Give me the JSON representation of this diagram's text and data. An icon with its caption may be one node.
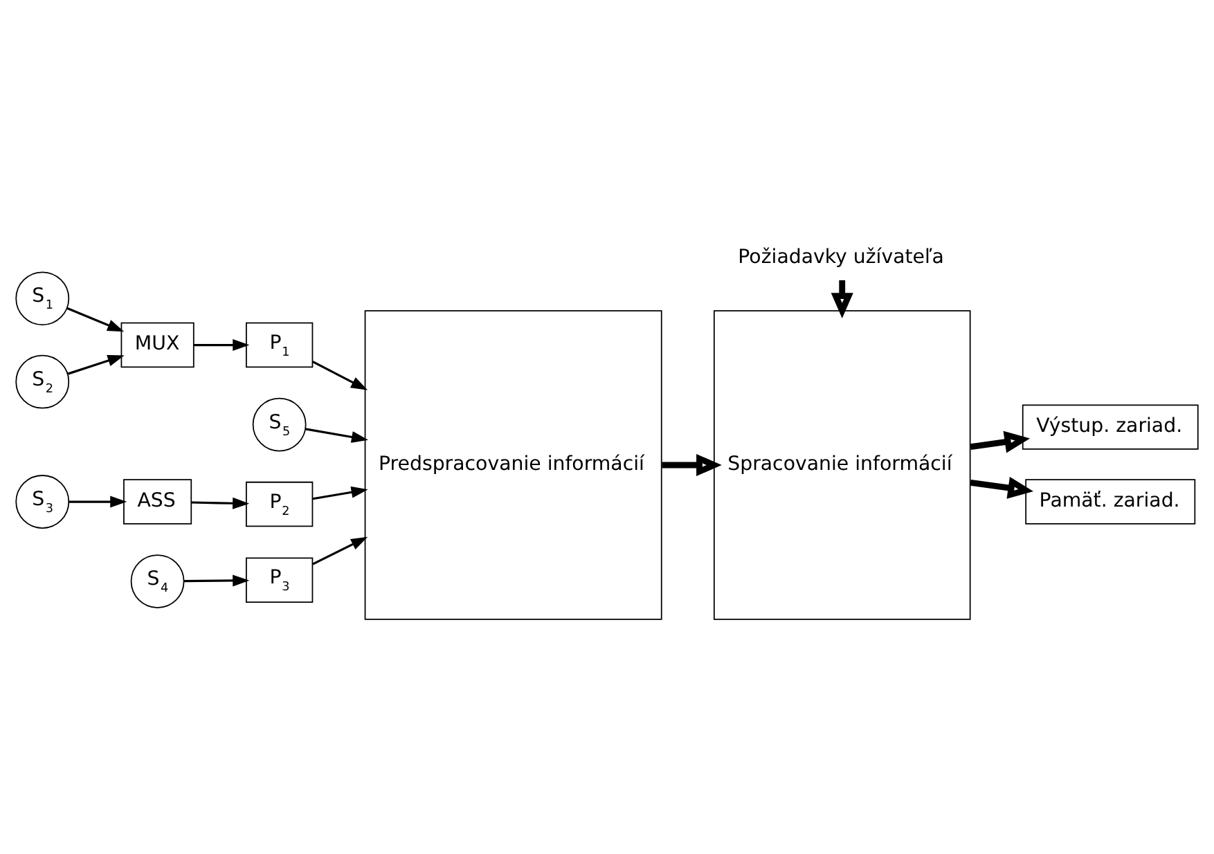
{
  "diagram": {
    "nodes": [
      {
        "text": [
          "S$_{1}$"
        ]
      },
      {
        "text": [
          "S$_{2}$"
        ]
      },
      {
        "text": [
          "S$_{3}$"
        ]
      },
      {
        "text": [
          "S$_{4}$"
        ]
      },
      {
        "text": [
          "S$_{5}$"
        ]
      },
      {
        "text": [
          "MUX"
        ]
      },
      {
        "text": [
          "ASS"
        ]
      },
      {
        "text": [
          "P$_{1}$"
        ]
      },
      {
        "text": [
          "P$_{2}$"
        ]
      },
      {
        "text": [
          "P$_{3}$"
        ]
      },
      {
        "text": [
          "Predspracovanie informácií"
        ]
      },
      {
        "text": [
          "Spracovanie informácií"
        ]
      },
      {
        "text": [
          "Výstup. zariad."
        ]
      },
      {
        "text": [
          "Pamäť. zariad."
        ]
      },
      {
        "text": [
          "Požiadavky užívateľa"
        ]
      }
    ],
    "edges": [
      {
        "from": 0,
        "to": 5,
        "arrow": "to"
      },
      {
        "from": 1,
        "to": 5,
        "arrow": "to"
      },
      {
        "from": 2,
        "to": 6,
        "arrow": "to"
      },
      {
        "from": 3,
        "to": 9,
        "arrow": "to"
      },
      {
        "from": 4,
        "to": 10,
        "arrow": "to"
      },
      {
        "from": 5,
        "to": 7,
        "arrow": "to"
      },
      {
        "from": 6,
        "to": 8,
        "arrow": "to"
      },
      {
        "from": 7,
        "to": 10,
        "arrow": "to"
      },
      {
        "from": 8,
        "to": 10,
        "arrow": "to"
      },
      {
        "from": 9,
        "to": 10,
        "arrow": "to"
      },
      {
        "from": 10,
        "to": 11,
        "arrow": "to",
        "style": "thick"
      },
      {
        "from": 11,
        "to": 12,
        "arrow": "to",
        "style": "thick"
      },
      {
        "from": 11,
        "to": 13,
        "arrow": "to",
        "style": "thick"
      },
      {
        "from": 14,
        "to": 11,
        "arrow": "to",
        "style": "thick"
      }
    ]
  }
}
